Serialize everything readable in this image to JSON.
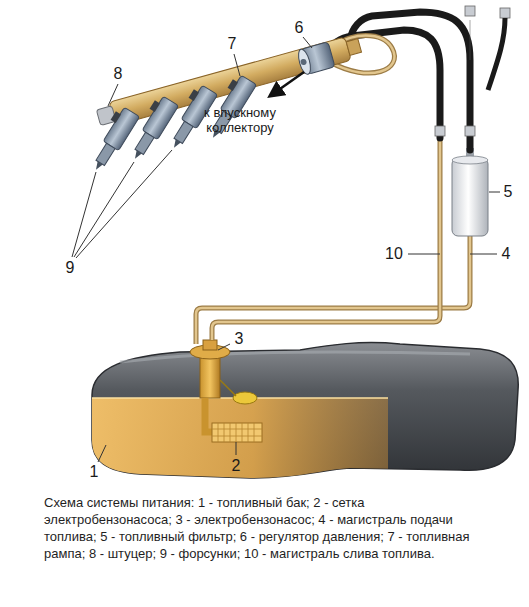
{
  "diagram": {
    "caption": "Схема системы питания: 1 - топливный бак; 2 - сетка электробензонасоса; 3 - электробензонасос; 4 - магистраль подачи топлива; 5 - топливный фильтр; 6 - регулятор давления; 7 - топливная рампа; 8 - штуцер; 9 - форсунки; 10 - магистраль слива топлива.",
    "labels": [
      "8",
      "7",
      "6",
      "к впускному коллектору",
      "5",
      "10",
      "4",
      "9",
      "3",
      "1",
      "2"
    ]
  }
}
